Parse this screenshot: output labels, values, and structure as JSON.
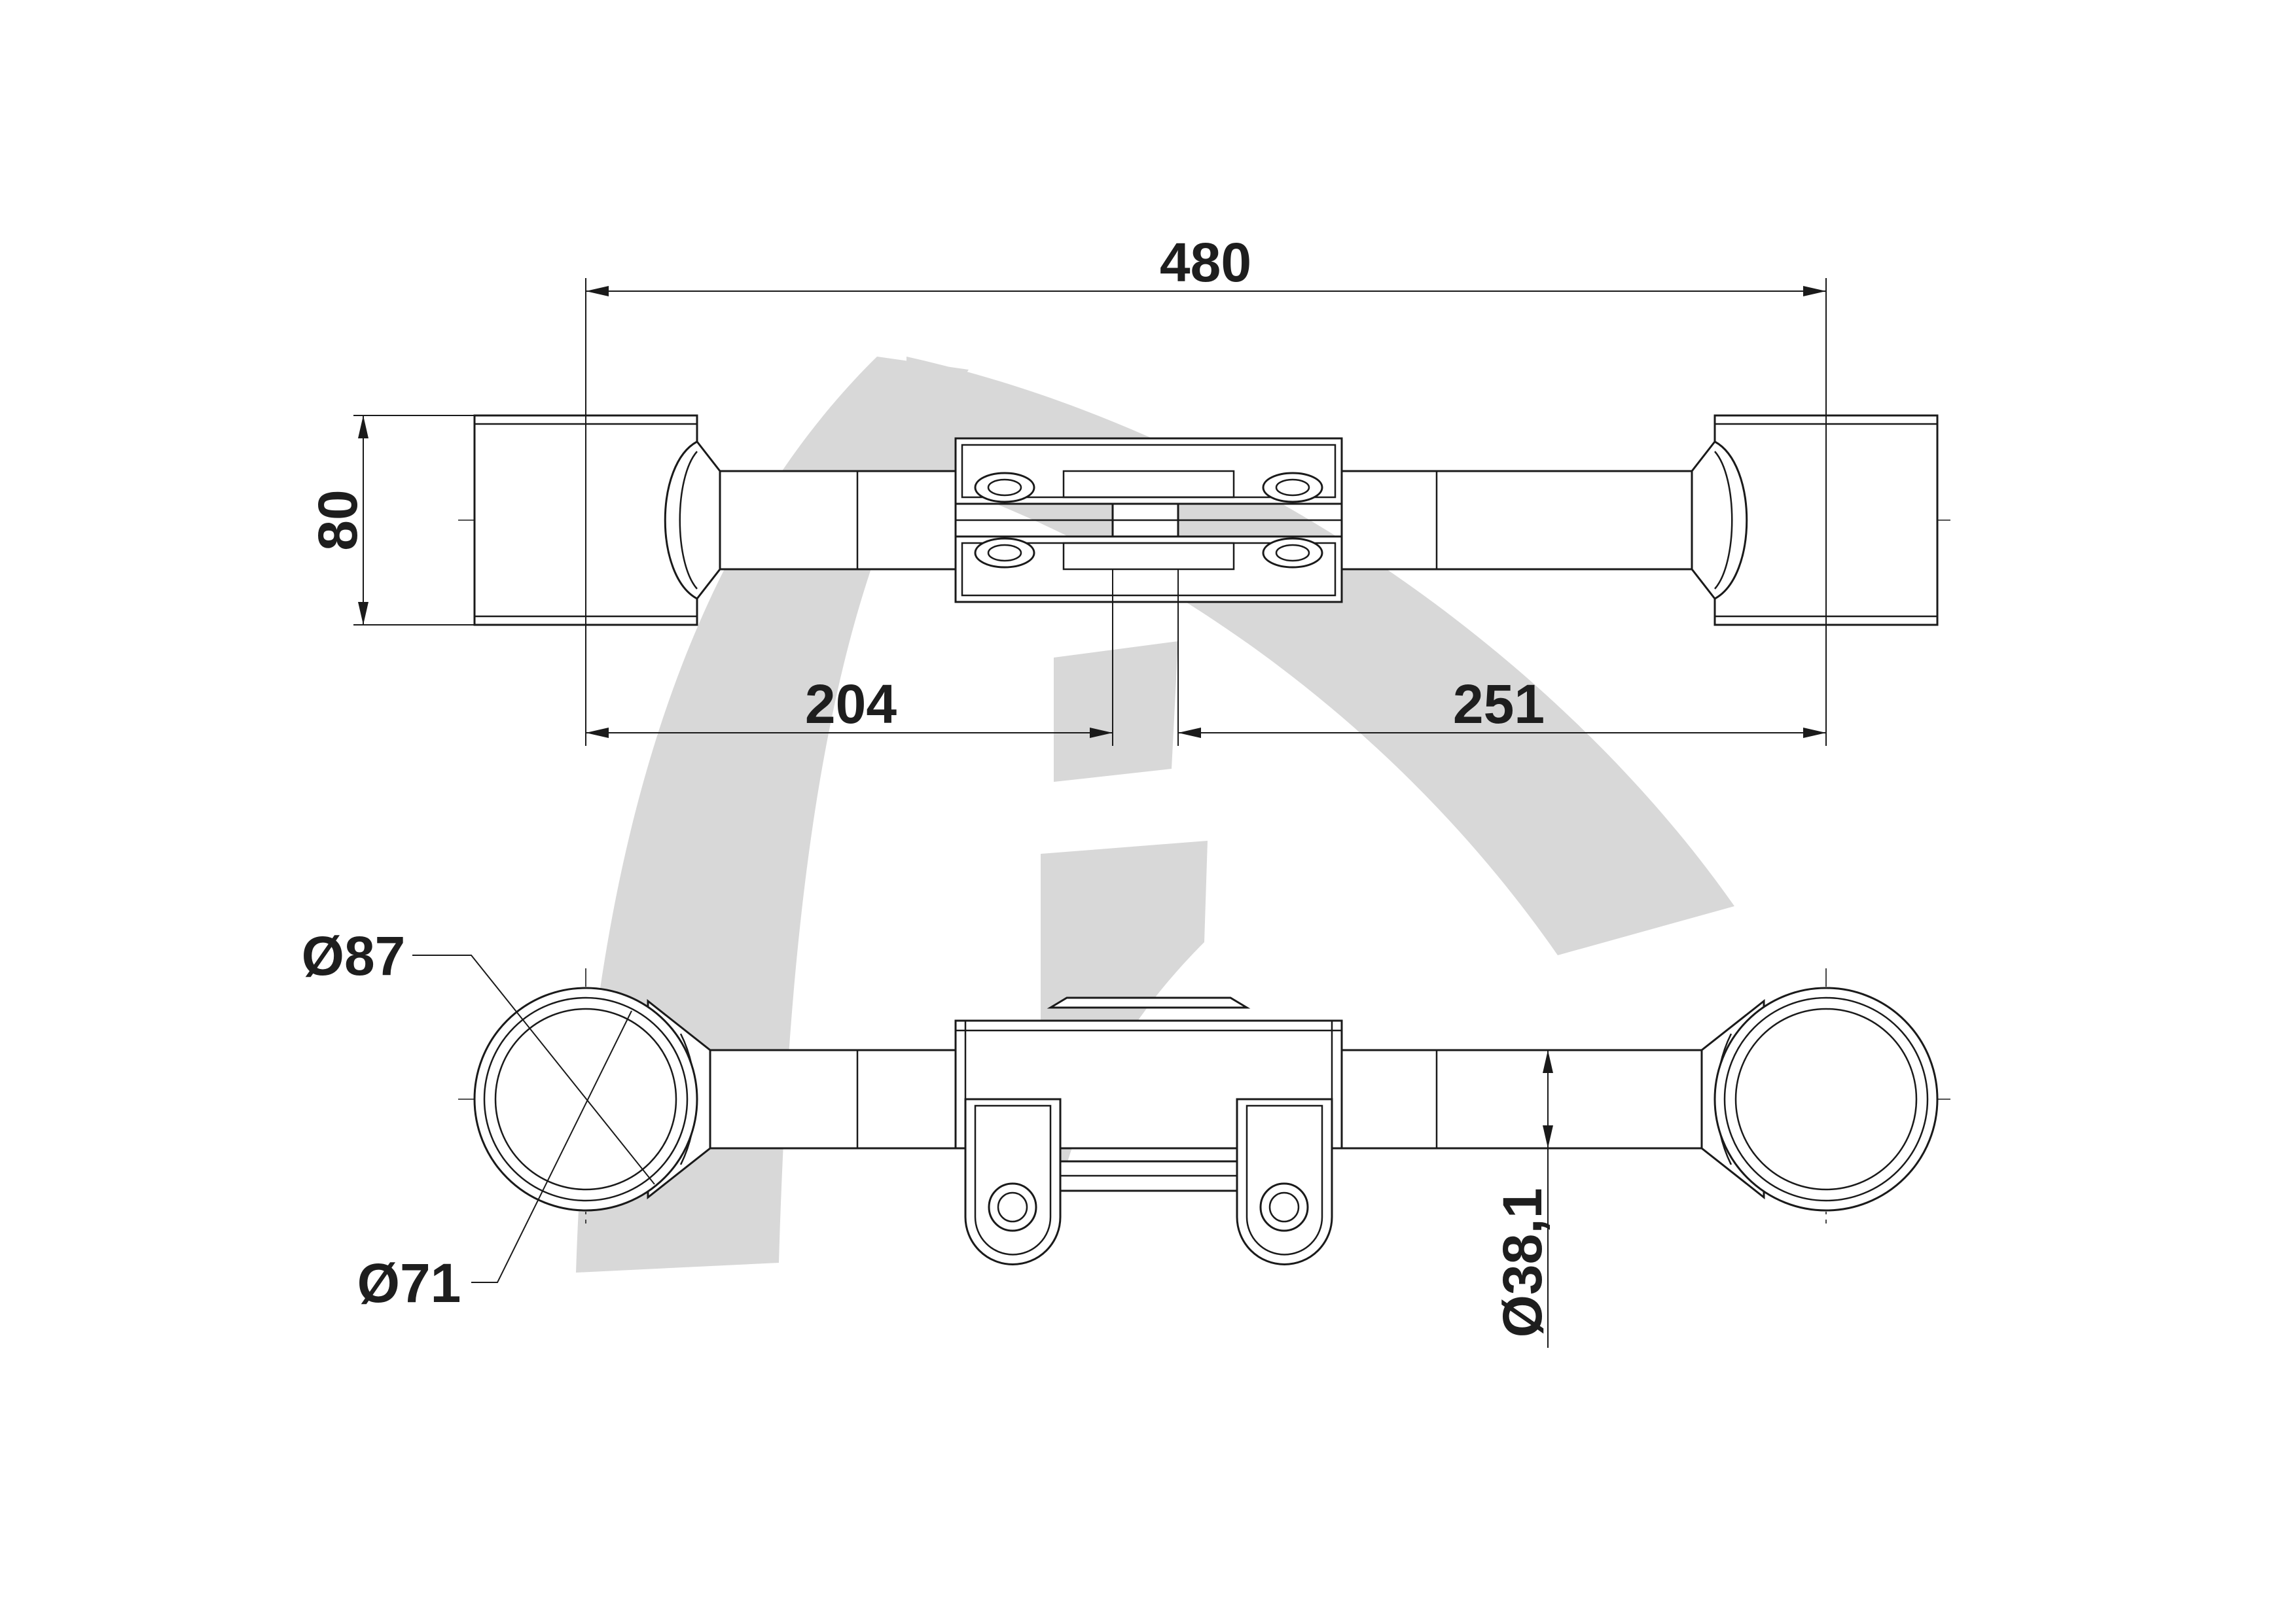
{
  "drawing": {
    "dimensions": {
      "overall_length": "480",
      "height": "80",
      "left_to_center": "204",
      "right_to_center": "251",
      "outer_diameter": "Ø87",
      "inner_diameter": "Ø71",
      "tube_diameter": "Ø38,1"
    },
    "colors": {
      "line": "#1a1a1a",
      "watermark": "#d8d8d8",
      "background": "#ffffff"
    }
  }
}
